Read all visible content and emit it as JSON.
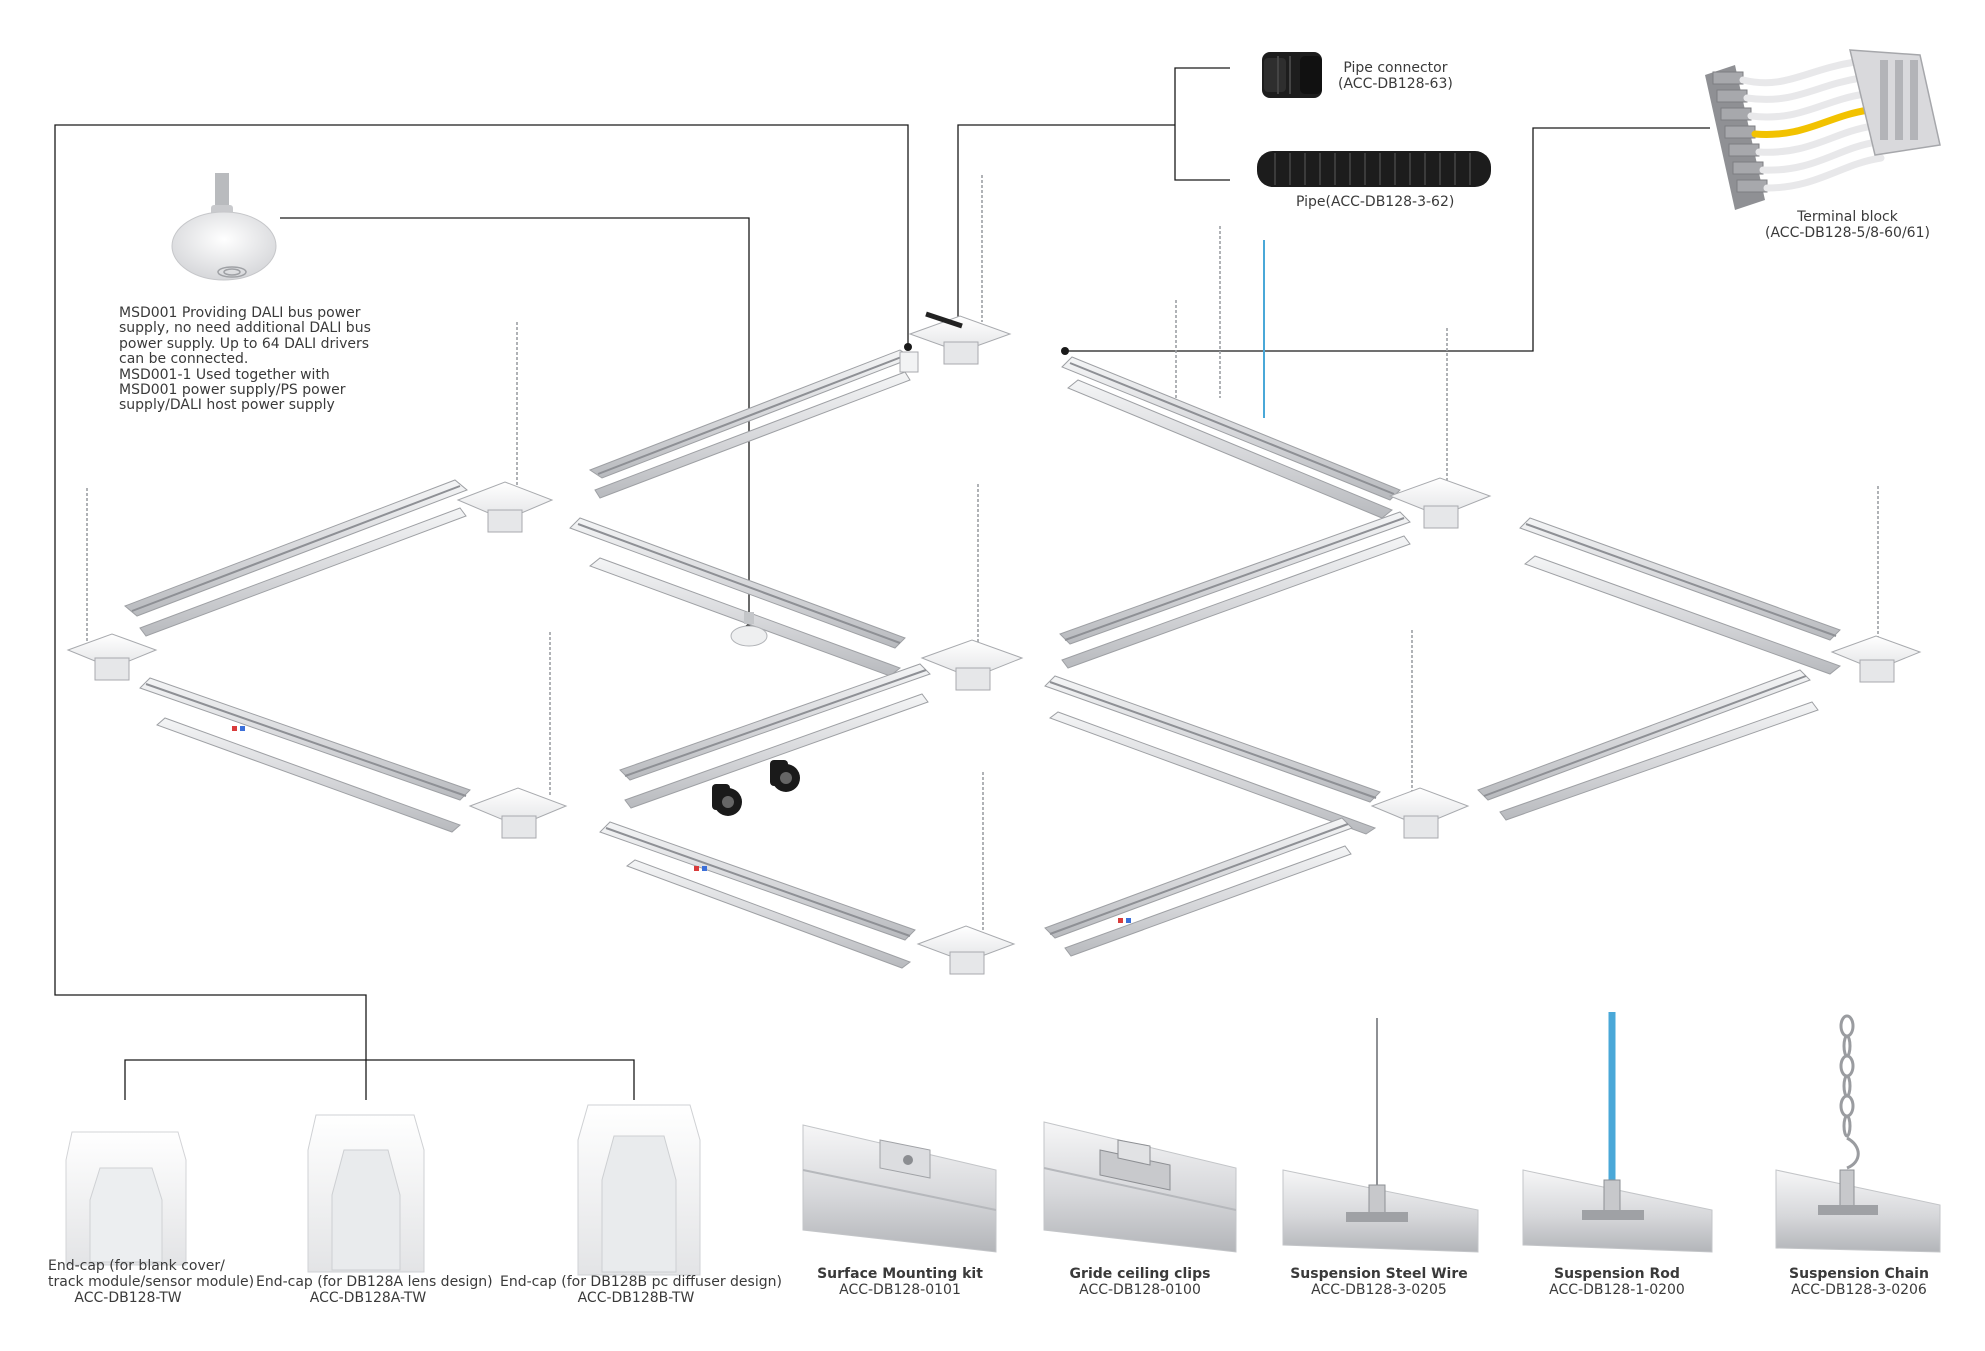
{
  "top_parts": {
    "pipe_connector": {
      "name": "Pipe connector",
      "code": "(ACC-DB128-63)"
    },
    "pipe": {
      "name": "Pipe(ACC-DB128-3-62)"
    },
    "terminal_block": {
      "name": "Terminal block",
      "code": "(ACC-DB128-5/8-60/61)"
    }
  },
  "sensor_note": {
    "lines": [
      "MSD001 Providing DALI bus power",
      "supply, no need additional DALI bus",
      "power supply. Up to 64 DALI drivers",
      "can be connected.",
      "MSD001-1 Used together with",
      "MSD001 power supply/PS power",
      "supply/DALI host power supply"
    ]
  },
  "endcaps": [
    {
      "name": "End-cap (for blank cover/",
      "name2": "track module/sensor module)",
      "code": "ACC-DB128-TW"
    },
    {
      "name": "End-cap (for DB128A lens design)",
      "code": "ACC-DB128A-TW"
    },
    {
      "name": "End-cap (for DB128B pc diffuser design)",
      "code": "ACC-DB128B-TW"
    }
  ],
  "mounting": [
    {
      "name": "Surface Mounting kit",
      "code": "ACC-DB128-0101"
    },
    {
      "name": "Gride ceiling clips",
      "code": "ACC-DB128-0100"
    },
    {
      "name": "Suspension Steel Wire",
      "code": "ACC-DB128-3-0205"
    },
    {
      "name": "Suspension Rod",
      "code": "ACC-DB128-1-0200"
    },
    {
      "name": "Suspension Chain",
      "code": "ACC-DB128-3-0206"
    }
  ],
  "colors": {
    "line": "#1a1a1a",
    "rail": "#dcdde0",
    "rail_dark": "#a9abb0",
    "pipe": "#1c1c1c",
    "rod": "#4aa8d8",
    "wire_yellow": "#f2c200"
  }
}
